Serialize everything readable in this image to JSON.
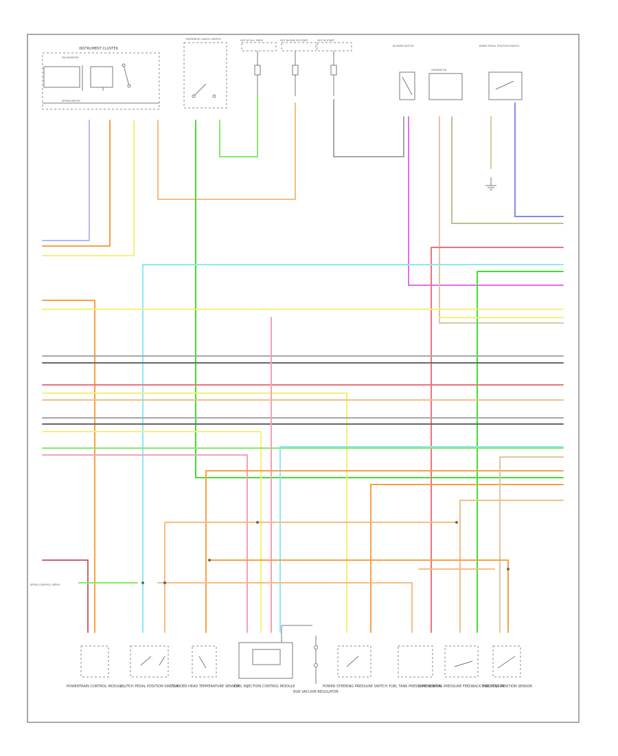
{
  "title": "",
  "top_labels": [
    "INSTRUMENT CLUSTER",
    "TACHOMETER",
    "SPEEDOMETER",
    "OVERDRIVE CANCEL SWITCH",
    "HOT AT ALL TIMES",
    "HOT IN RUN OR START",
    "HOT IN START",
    "GENERATOR",
    "BLOWER MOTOR",
    "BRAKE PEDAL POSITION SWITCH"
  ],
  "bottom_components": [
    {
      "label": "POWERTRAIN CONTROL MODULE"
    },
    {
      "label": "CLUTCH PEDAL POSITION SWITCH"
    },
    {
      "label": "CYLINDER HEAD TEMPERATURE SENSOR"
    },
    {
      "label": "FUEL INJECTION CONTROL MODULE"
    },
    {
      "label": "EGR VACUUM REGULATOR"
    },
    {
      "label": "POWER STEERING PRESSURE SWITCH"
    },
    {
      "label": "FUEL TANK PRESSURE SENSOR"
    },
    {
      "label": "DIFFERENTIAL PRESSURE FEEDBACK EGR SENSOR"
    },
    {
      "label": "THROTTLE POSITION SENSOR"
    }
  ],
  "left_side_label": "SPEED CONTROL SERVO",
  "footer_code": "",
  "wire_colors": {
    "gray": "#a6a6a6",
    "dark_gray": "#666666",
    "orange": "#f5a045",
    "light_orange": "#f8bb80",
    "yellow": "#f5f075",
    "light_green": "#86e86a",
    "green": "#3ee02e",
    "cyan": "#8de8f5",
    "red": "#f0707a",
    "pink": "#f5a0b4",
    "magenta": "#e868f0",
    "blue": "#8088f0",
    "lavender": "#b4b8f5",
    "tan": "#d8c8a0",
    "olive": "#c0c090",
    "maroon": "#c86470"
  }
}
